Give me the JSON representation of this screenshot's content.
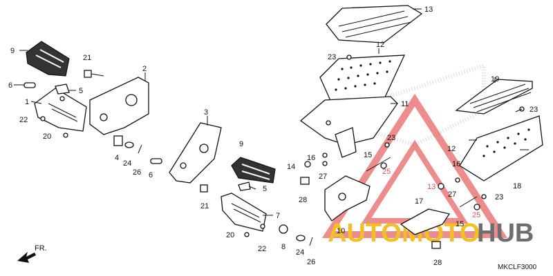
{
  "diagram": {
    "code": "MKCLF3000",
    "direction": "FR.",
    "labels": [
      {
        "id": "l13",
        "text": "13"
      },
      {
        "id": "l9a",
        "text": "9"
      },
      {
        "id": "l21a",
        "text": "21"
      },
      {
        "id": "l2",
        "text": "2"
      },
      {
        "id": "l6a",
        "text": "6"
      },
      {
        "id": "l5a",
        "text": "5"
      },
      {
        "id": "l1",
        "text": "1"
      },
      {
        "id": "l22a",
        "text": "22"
      },
      {
        "id": "l20a",
        "text": "20"
      },
      {
        "id": "l23a",
        "text": "23"
      },
      {
        "id": "l12a",
        "text": "12"
      },
      {
        "id": "l11",
        "text": "11"
      },
      {
        "id": "l19",
        "text": "19"
      },
      {
        "id": "l23b",
        "text": "23"
      },
      {
        "id": "l3",
        "text": "3"
      },
      {
        "id": "l4",
        "text": "4"
      },
      {
        "id": "l24a",
        "text": "24"
      },
      {
        "id": "l26a",
        "text": "26"
      },
      {
        "id": "l6b",
        "text": "6"
      },
      {
        "id": "l9b",
        "text": "9"
      },
      {
        "id": "l5b",
        "text": "5"
      },
      {
        "id": "l21b",
        "text": "21"
      },
      {
        "id": "l7",
        "text": "7"
      },
      {
        "id": "l20b",
        "text": "20"
      },
      {
        "id": "l22b",
        "text": "22"
      },
      {
        "id": "l8",
        "text": "8"
      },
      {
        "id": "l24b",
        "text": "24"
      },
      {
        "id": "l26b",
        "text": "26"
      },
      {
        "id": "l23c",
        "text": "23"
      },
      {
        "id": "l16a",
        "text": "16"
      },
      {
        "id": "l14",
        "text": "14"
      },
      {
        "id": "l27a",
        "text": "27"
      },
      {
        "id": "l15a",
        "text": "15"
      },
      {
        "id": "l25a",
        "text": "25"
      },
      {
        "id": "l28a",
        "text": "28"
      },
      {
        "id": "l10",
        "text": "10"
      },
      {
        "id": "l12b",
        "text": "12"
      },
      {
        "id": "l16b",
        "text": "16"
      },
      {
        "id": "l18",
        "text": "18"
      },
      {
        "id": "l13b",
        "text": "13"
      },
      {
        "id": "l27b",
        "text": "27"
      },
      {
        "id": "l23d",
        "text": "23"
      },
      {
        "id": "l17",
        "text": "17"
      },
      {
        "id": "l25b",
        "text": "25"
      },
      {
        "id": "l15b",
        "text": "15"
      },
      {
        "id": "l28b",
        "text": "28"
      }
    ],
    "watermark": {
      "part1": "AUTOMOTO",
      "part2": "HUB",
      "color_primary": "#f2b400",
      "color_secondary": "#555555",
      "triangle_color": "#e04040"
    }
  }
}
